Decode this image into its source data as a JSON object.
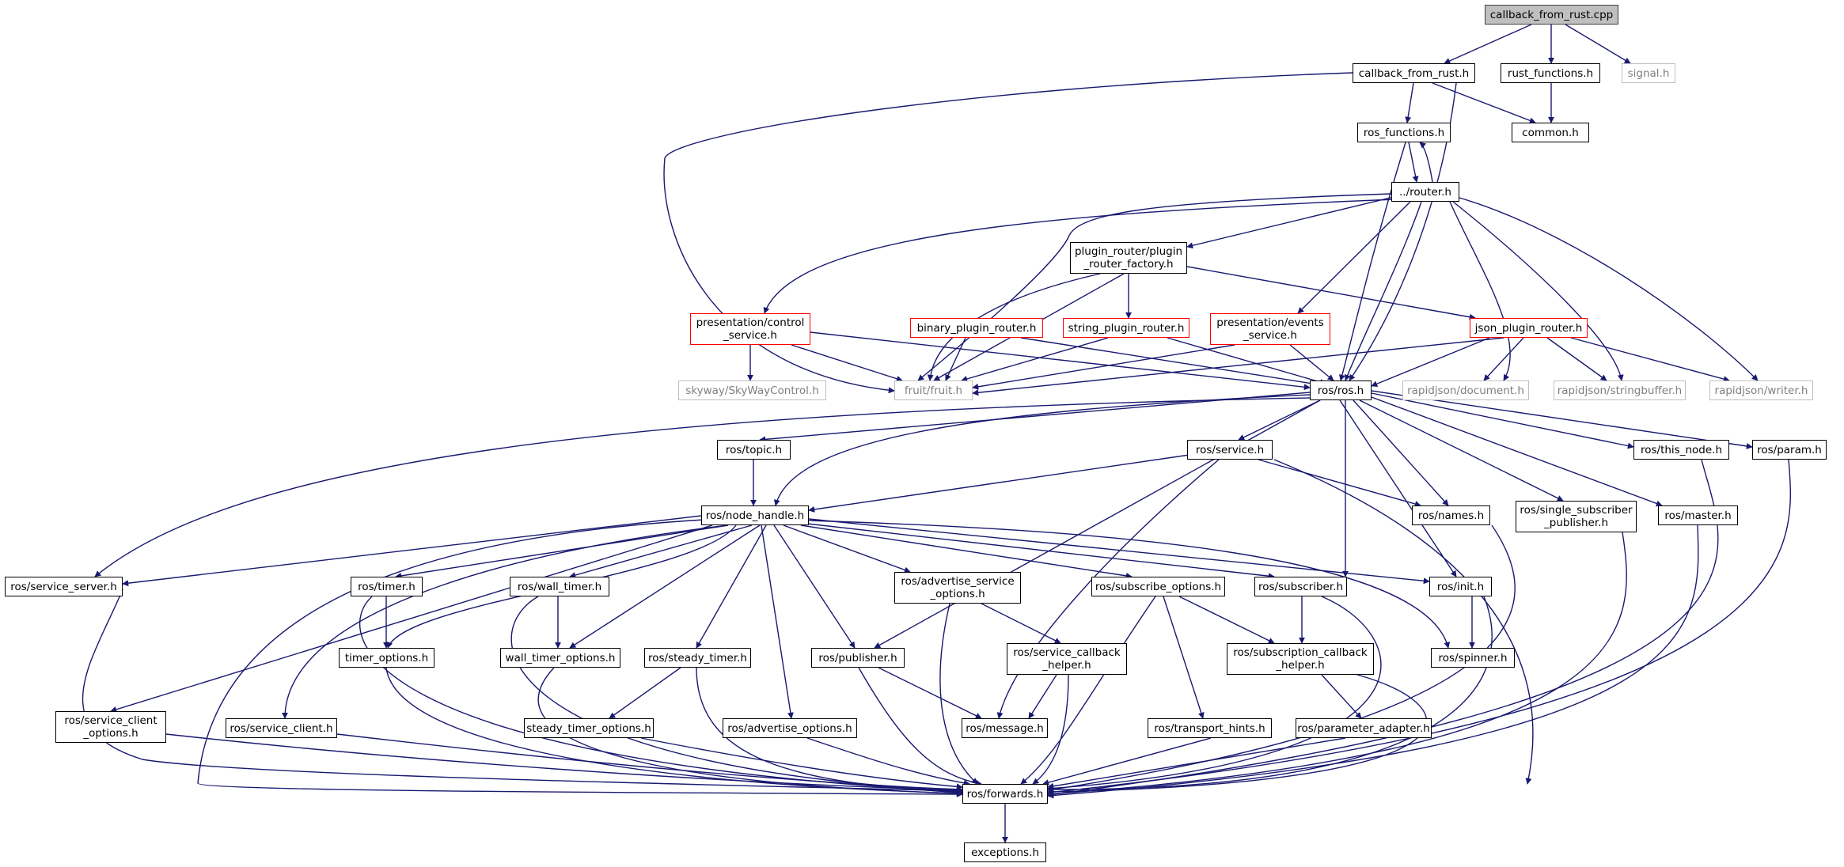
{
  "colors": {
    "edge": "#191970",
    "root_fill": "#bfbfbf",
    "node_border": "#000000",
    "missing_border": "#ff0000",
    "external_border": "#bfbfbf",
    "external_text": "#808080"
  },
  "nodes": {
    "callback_from_rust_cpp": "callback_from_rust.cpp",
    "callback_from_rust_h": "callback_from_rust.h",
    "rust_functions_h": "rust_functions.h",
    "signal_h": "signal.h",
    "ros_functions_h": "ros_functions.h",
    "common_h": "common.h",
    "router_h": "../router.h",
    "plugin_router_factory_h": "plugin_router/plugin\n_router_factory.h",
    "presentation_control_service_h": "presentation/control\n_service.h",
    "binary_plugin_router_h": "binary_plugin_router.h",
    "string_plugin_router_h": "string_plugin_router.h",
    "presentation_events_service_h": "presentation/events\n_service.h",
    "json_plugin_router_h": "json_plugin_router.h",
    "skyway_control_h": "skyway/SkyWayControl.h",
    "fruit_h": "fruit/fruit.h",
    "ros_ros_h": "ros/ros.h",
    "rapidjson_document_h": "rapidjson/document.h",
    "rapidjson_stringbuffer_h": "rapidjson/stringbuffer.h",
    "rapidjson_writer_h": "rapidjson/writer.h",
    "ros_topic_h": "ros/topic.h",
    "ros_service_h": "ros/service.h",
    "ros_this_node_h": "ros/this_node.h",
    "ros_param_h": "ros/param.h",
    "ros_node_handle_h": "ros/node_handle.h",
    "ros_names_h": "ros/names.h",
    "ros_single_subscriber_publisher_h": "ros/single_subscriber\n_publisher.h",
    "ros_master_h": "ros/master.h",
    "ros_service_server_h": "ros/service_server.h",
    "ros_timer_h": "ros/timer.h",
    "ros_wall_timer_h": "ros/wall_timer.h",
    "ros_advertise_service_options_h": "ros/advertise_service\n_options.h",
    "ros_subscribe_options_h": "ros/subscribe_options.h",
    "ros_subscriber_h": "ros/subscriber.h",
    "ros_init_h": "ros/init.h",
    "timer_options_h": "timer_options.h",
    "wall_timer_options_h": "wall_timer_options.h",
    "ros_steady_timer_h": "ros/steady_timer.h",
    "ros_publisher_h": "ros/publisher.h",
    "ros_service_callback_helper_h": "ros/service_callback\n_helper.h",
    "ros_subscription_callback_helper_h": "ros/subscription_callback\n_helper.h",
    "ros_spinner_h": "ros/spinner.h",
    "ros_service_client_options_h": "ros/service_client\n_options.h",
    "ros_service_client_h": "ros/service_client.h",
    "steady_timer_options_h": "steady_timer_options.h",
    "ros_advertise_options_h": "ros/advertise_options.h",
    "ros_message_h": "ros/message.h",
    "ros_transport_hints_h": "ros/transport_hints.h",
    "ros_parameter_adapter_h": "ros/parameter_adapter.h",
    "ros_forwards_h": "ros/forwards.h",
    "exceptions_h": "exceptions.h"
  }
}
